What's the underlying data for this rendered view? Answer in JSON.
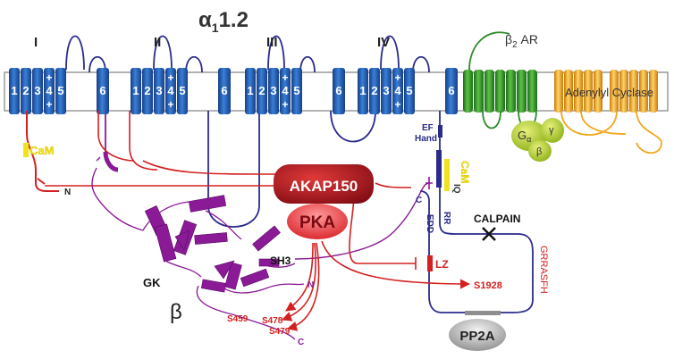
{
  "title": {
    "alpha": "α",
    "sub": "1",
    "rest": "1.2"
  },
  "domains": [
    "I",
    "II",
    "III",
    "IV"
  ],
  "segments": {
    "s1to3": [
      "1",
      "2",
      "3"
    ],
    "s4": "4",
    "s5": "5",
    "s6": "6",
    "plus": "+"
  },
  "b2ar": {
    "beta": "β",
    "sub": "2",
    "rest": " AR"
  },
  "adenylyl_cyclase": "Adenylyl Cyclase",
  "g_protein": {
    "alpha": "G",
    "alpha_sub": "α",
    "beta": "β",
    "gamma": "γ"
  },
  "labels": {
    "cam_left": "CaM",
    "cam_right": "CaM",
    "iq": "IQ",
    "ef_hand_1": "EF",
    "ef_hand_2": "Hand",
    "n_left": "N",
    "c_right": "C",
    "edd": "EDD",
    "rr": "RR",
    "calpain": "CALPAIN",
    "grrasfh": "GRRASFH",
    "lz": "LZ",
    "s1928": "S1928",
    "akap": "AKAP150",
    "pka": "PKA",
    "pp2a": "PP2A",
    "sh3": "SH3",
    "gk": "GK",
    "beta_subunit": "β",
    "n_beta": "N",
    "c_beta": "C",
    "s459": "S459",
    "s478": "S478",
    "s479": "S479"
  },
  "colors": {
    "channel": "#1f5fb5",
    "channel_line": "#2b2b8c",
    "akap": "#b2121e",
    "beta_sub": "#8a1a96",
    "b2ar": "#2e8a2a",
    "cyclase": "#f0a81e",
    "cam": "#f2e21a",
    "membrane": "#9a9a9a"
  }
}
